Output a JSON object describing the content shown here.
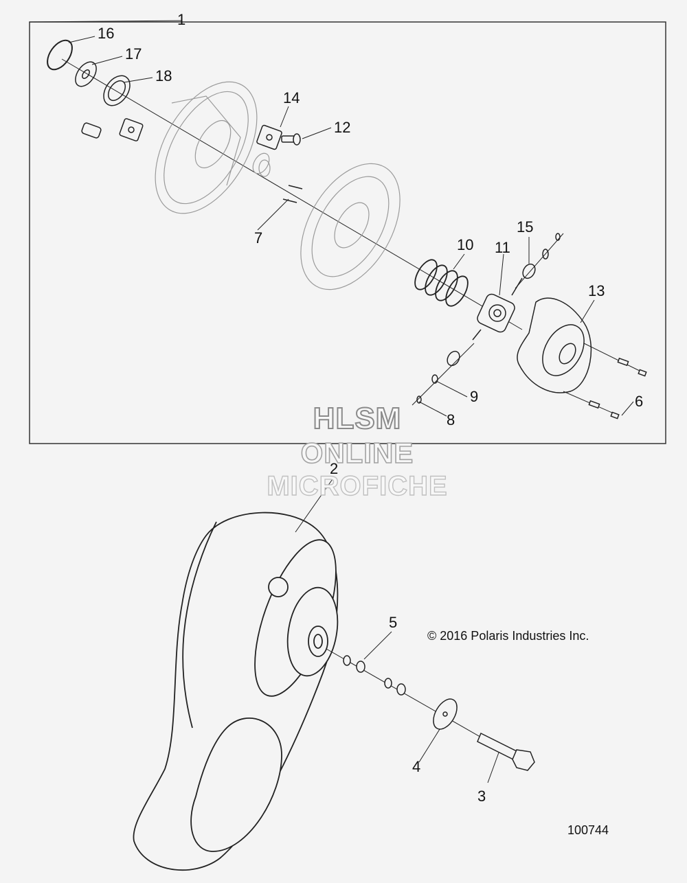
{
  "callouts": [
    {
      "id": "1",
      "label": "1"
    },
    {
      "id": "2",
      "label": "2"
    },
    {
      "id": "3",
      "label": "3"
    },
    {
      "id": "4",
      "label": "4"
    },
    {
      "id": "5",
      "label": "5"
    },
    {
      "id": "6",
      "label": "6"
    },
    {
      "id": "7",
      "label": "7"
    },
    {
      "id": "8",
      "label": "8"
    },
    {
      "id": "9",
      "label": "9"
    },
    {
      "id": "10",
      "label": "10"
    },
    {
      "id": "11",
      "label": "11"
    },
    {
      "id": "12",
      "label": "12"
    },
    {
      "id": "13",
      "label": "13"
    },
    {
      "id": "14",
      "label": "14"
    },
    {
      "id": "15",
      "label": "15"
    },
    {
      "id": "16",
      "label": "16"
    },
    {
      "id": "17",
      "label": "17"
    },
    {
      "id": "18",
      "label": "18"
    }
  ],
  "watermark": {
    "line1": "HLSM",
    "line2": "ONLINE",
    "line3": "MICROFICHE"
  },
  "copyright": "© 2016 Polaris Industries Inc.",
  "diagram_id": "100744",
  "colors": {
    "line": "#222222",
    "faint": "#9a9a9a",
    "background": "#f4f4f4"
  }
}
